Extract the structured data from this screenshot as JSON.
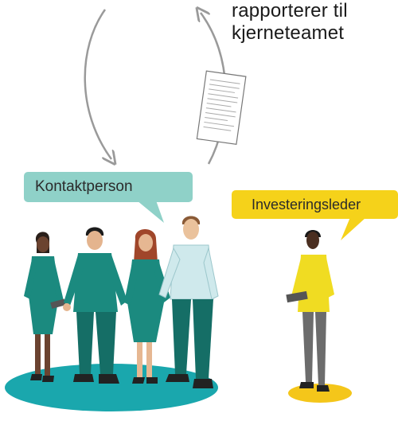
{
  "report": {
    "line1": "rapporterer til",
    "line2": "kjerneteamet"
  },
  "bubbles": {
    "contact": {
      "label": "Kontaktperson",
      "color": "#8fd1c8"
    },
    "investment": {
      "label": "Investeringsleder",
      "color": "#f5d21a"
    }
  },
  "colors": {
    "team_green": "#1b8a7f",
    "shirt_light": "#cfe9ec",
    "floor_teal": "#1aa7ad",
    "floor_yellow": "#f4c61a",
    "investor_shirt": "#f0dc22",
    "arrow_gray": "#9a9a9a"
  }
}
